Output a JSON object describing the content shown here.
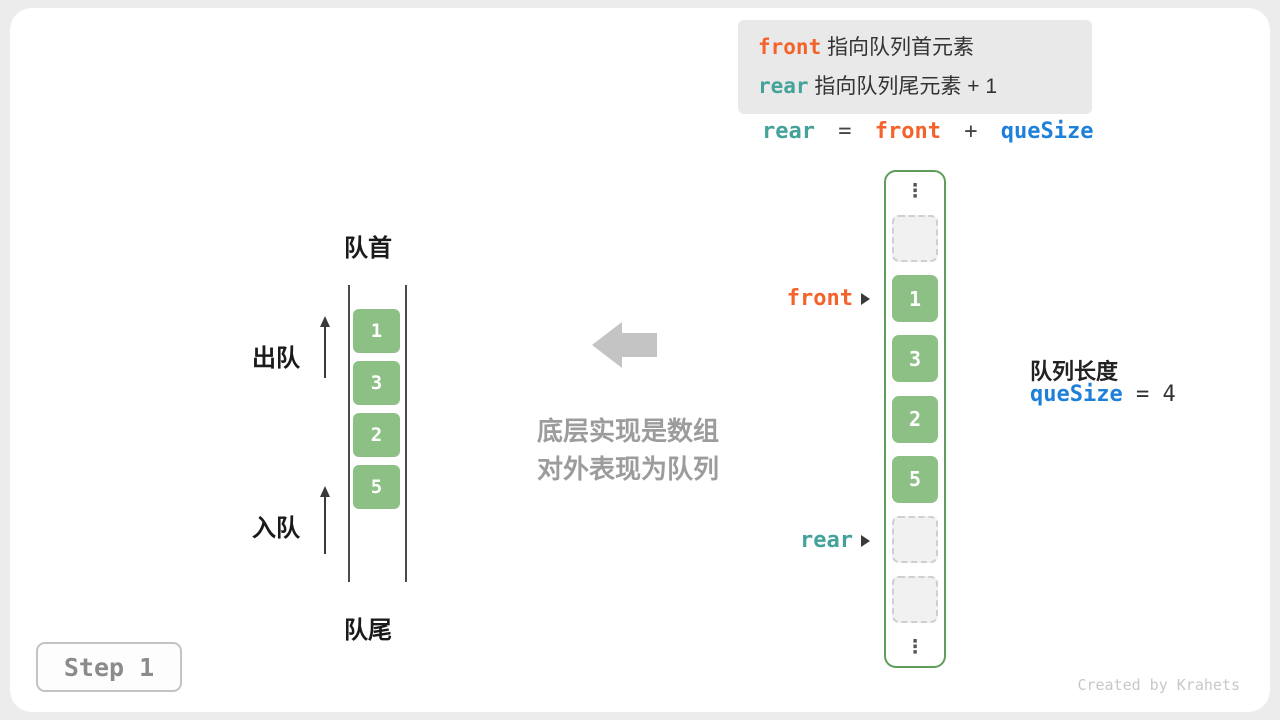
{
  "legend": {
    "lines": [
      {
        "code": "front",
        "desc": "指向队列首元素"
      },
      {
        "code": "rear",
        "desc": "指向队列尾元素 + 1"
      }
    ]
  },
  "formula": {
    "rear": "rear",
    "eq": "=",
    "front": "front",
    "plus": "+",
    "quesize": "queSize"
  },
  "left_queue": {
    "head_label": "队首",
    "tail_label": "队尾",
    "dequeue_label": "出队",
    "enqueue_label": "入队",
    "values": [
      "1",
      "3",
      "2",
      "5"
    ]
  },
  "center": {
    "line1": "底层实现是数组",
    "line2": "对外表现为队列"
  },
  "array": {
    "ellipsis": "⋮",
    "values": [
      "1",
      "3",
      "2",
      "5"
    ],
    "front_pointer": "front",
    "rear_pointer": "rear"
  },
  "info": {
    "length_label": "队列长度",
    "quesize": "queSize",
    "value": "= 4"
  },
  "step": "Step 1",
  "credit": "Created by Krahets",
  "colors": {
    "orange": "#F4632B",
    "teal": "#44A29A",
    "blue": "#1E80D9",
    "green": "#8CC084",
    "green_border": "#5E9E5A",
    "gray_arrow": "#C4C4C4"
  }
}
